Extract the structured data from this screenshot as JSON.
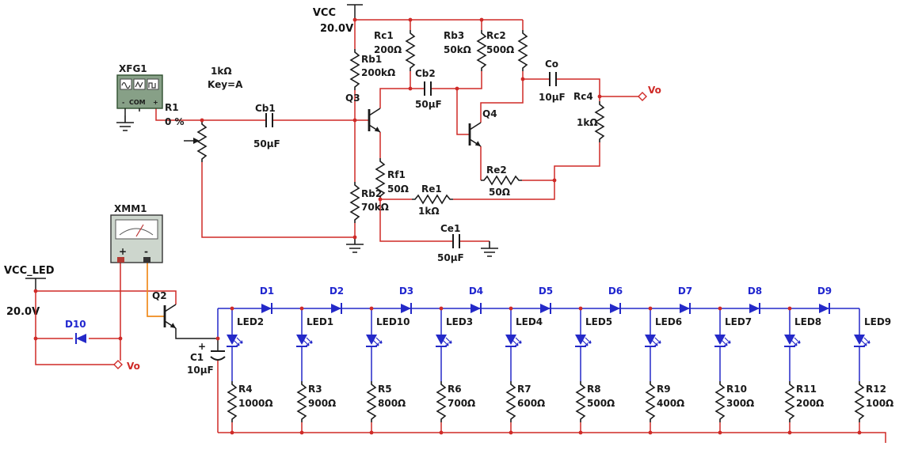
{
  "colors": {
    "wire_red": "#cf2a27",
    "wire_blue": "#2429c8",
    "wire_orange": "#ef8a1c",
    "component_black": "#1a1a1a",
    "label_blue": "#2026cf",
    "label_red": "#cf2a27",
    "instrument_green": "#87a087",
    "instrument_gray": "#cdd6cd"
  },
  "power": {
    "vcc": {
      "label": "VCC",
      "value": "20.0V"
    },
    "vcc_led": {
      "label": "VCC_LED",
      "value": "20.0V"
    }
  },
  "instruments": {
    "xfg1": {
      "label": "XFG1",
      "minus": "-",
      "com": "COM",
      "plus": "+"
    },
    "xmm1": {
      "label": "XMM1",
      "plus": "+",
      "minus": "-"
    }
  },
  "amplifier": {
    "r1": {
      "ref": "R1",
      "value": "1kΩ",
      "key": "Key=A",
      "wiper": "0 %"
    },
    "cb1": {
      "ref": "Cb1",
      "value": "50µF"
    },
    "rb1": {
      "ref": "Rb1",
      "value": "200kΩ"
    },
    "rb2": {
      "ref": "Rb2",
      "value": "70kΩ"
    },
    "rc1": {
      "ref": "Rc1",
      "value": "200Ω"
    },
    "cb2": {
      "ref": "Cb2",
      "value": "50µF"
    },
    "rb3": {
      "ref": "Rb3",
      "value": "50kΩ"
    },
    "rc2": {
      "ref": "Rc2",
      "value": "500Ω"
    },
    "q3": {
      "ref": "Q3"
    },
    "q4": {
      "ref": "Q4"
    },
    "rf1": {
      "ref": "Rf1",
      "value": "50Ω"
    },
    "re1": {
      "ref": "Re1",
      "value": "1kΩ"
    },
    "re2": {
      "ref": "Re2",
      "value": "50Ω"
    },
    "ce1": {
      "ref": "Ce1",
      "value": "50µF"
    },
    "co": {
      "ref": "Co",
      "value": "10µF"
    },
    "rc4": {
      "ref": "Rc4",
      "value": "1kΩ"
    },
    "vo_label": "Vo"
  },
  "led_driver": {
    "q2": {
      "ref": "Q2"
    },
    "d10": {
      "ref": "D10"
    },
    "c1": {
      "ref": "C1",
      "value": "10µF",
      "polarity": "+"
    },
    "vo_label": "Vo"
  },
  "led_array": {
    "series_diodes": [
      "D1",
      "D2",
      "D3",
      "D4",
      "D5",
      "D6",
      "D7",
      "D8",
      "D9"
    ],
    "branches": [
      {
        "led": "LED2",
        "res": "R4",
        "val": "1000Ω"
      },
      {
        "led": "LED1",
        "res": "R3",
        "val": "900Ω"
      },
      {
        "led": "LED10",
        "res": "R5",
        "val": "800Ω"
      },
      {
        "led": "LED3",
        "res": "R6",
        "val": "700Ω"
      },
      {
        "led": "LED4",
        "res": "R7",
        "val": "600Ω"
      },
      {
        "led": "LED5",
        "res": "R8",
        "val": "500Ω"
      },
      {
        "led": "LED6",
        "res": "R9",
        "val": "400Ω"
      },
      {
        "led": "LED7",
        "res": "R10",
        "val": "300Ω"
      },
      {
        "led": "LED8",
        "res": "R11",
        "val": "200Ω"
      },
      {
        "led": "LED9",
        "res": "R12",
        "val": "100Ω"
      }
    ]
  }
}
